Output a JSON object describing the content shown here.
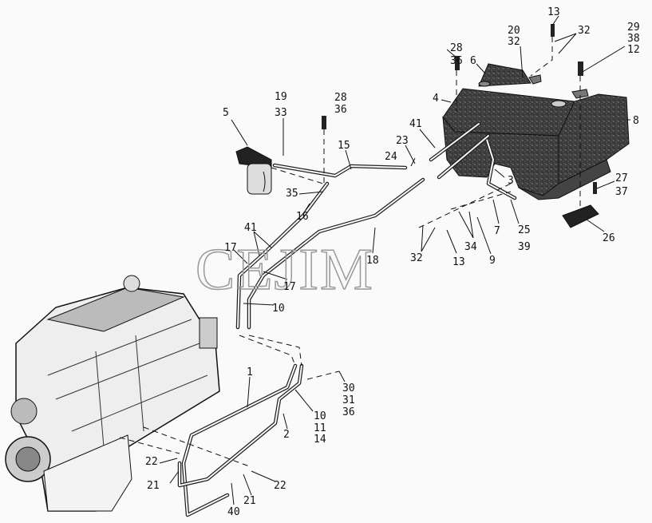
{
  "watermark": "CEJIM",
  "callouts": {
    "c13a": "13",
    "c28a": "28",
    "c36a": "36",
    "c6": "6",
    "c20": "20",
    "c32a": "32",
    "c32b": "32",
    "c29": "29",
    "c38": "38",
    "c12": "12",
    "c4": "4",
    "c8": "8",
    "c19": "19",
    "c33": "33",
    "c28b": "28",
    "c36b": "36",
    "c5": "5",
    "c41a": "41",
    "c23": "23",
    "c15": "15",
    "c24": "24",
    "c3": "3",
    "c27": "27",
    "c37": "37",
    "c35": "35",
    "c16": "16",
    "c7": "7",
    "c25": "25",
    "c39": "39",
    "c26": "26",
    "c41b": "41",
    "c17a": "17",
    "c32c": "32",
    "c34": "34",
    "c9": "9",
    "c13b": "13",
    "c18": "18",
    "c17b": "17",
    "c10a": "10",
    "c1": "1",
    "c30": "30",
    "c31": "31",
    "c36c": "36",
    "c10b": "10",
    "c11": "11",
    "c14": "14",
    "c2": "2",
    "c22a": "22",
    "c21a": "21",
    "c22b": "22",
    "c21b": "21",
    "c40": "40"
  }
}
